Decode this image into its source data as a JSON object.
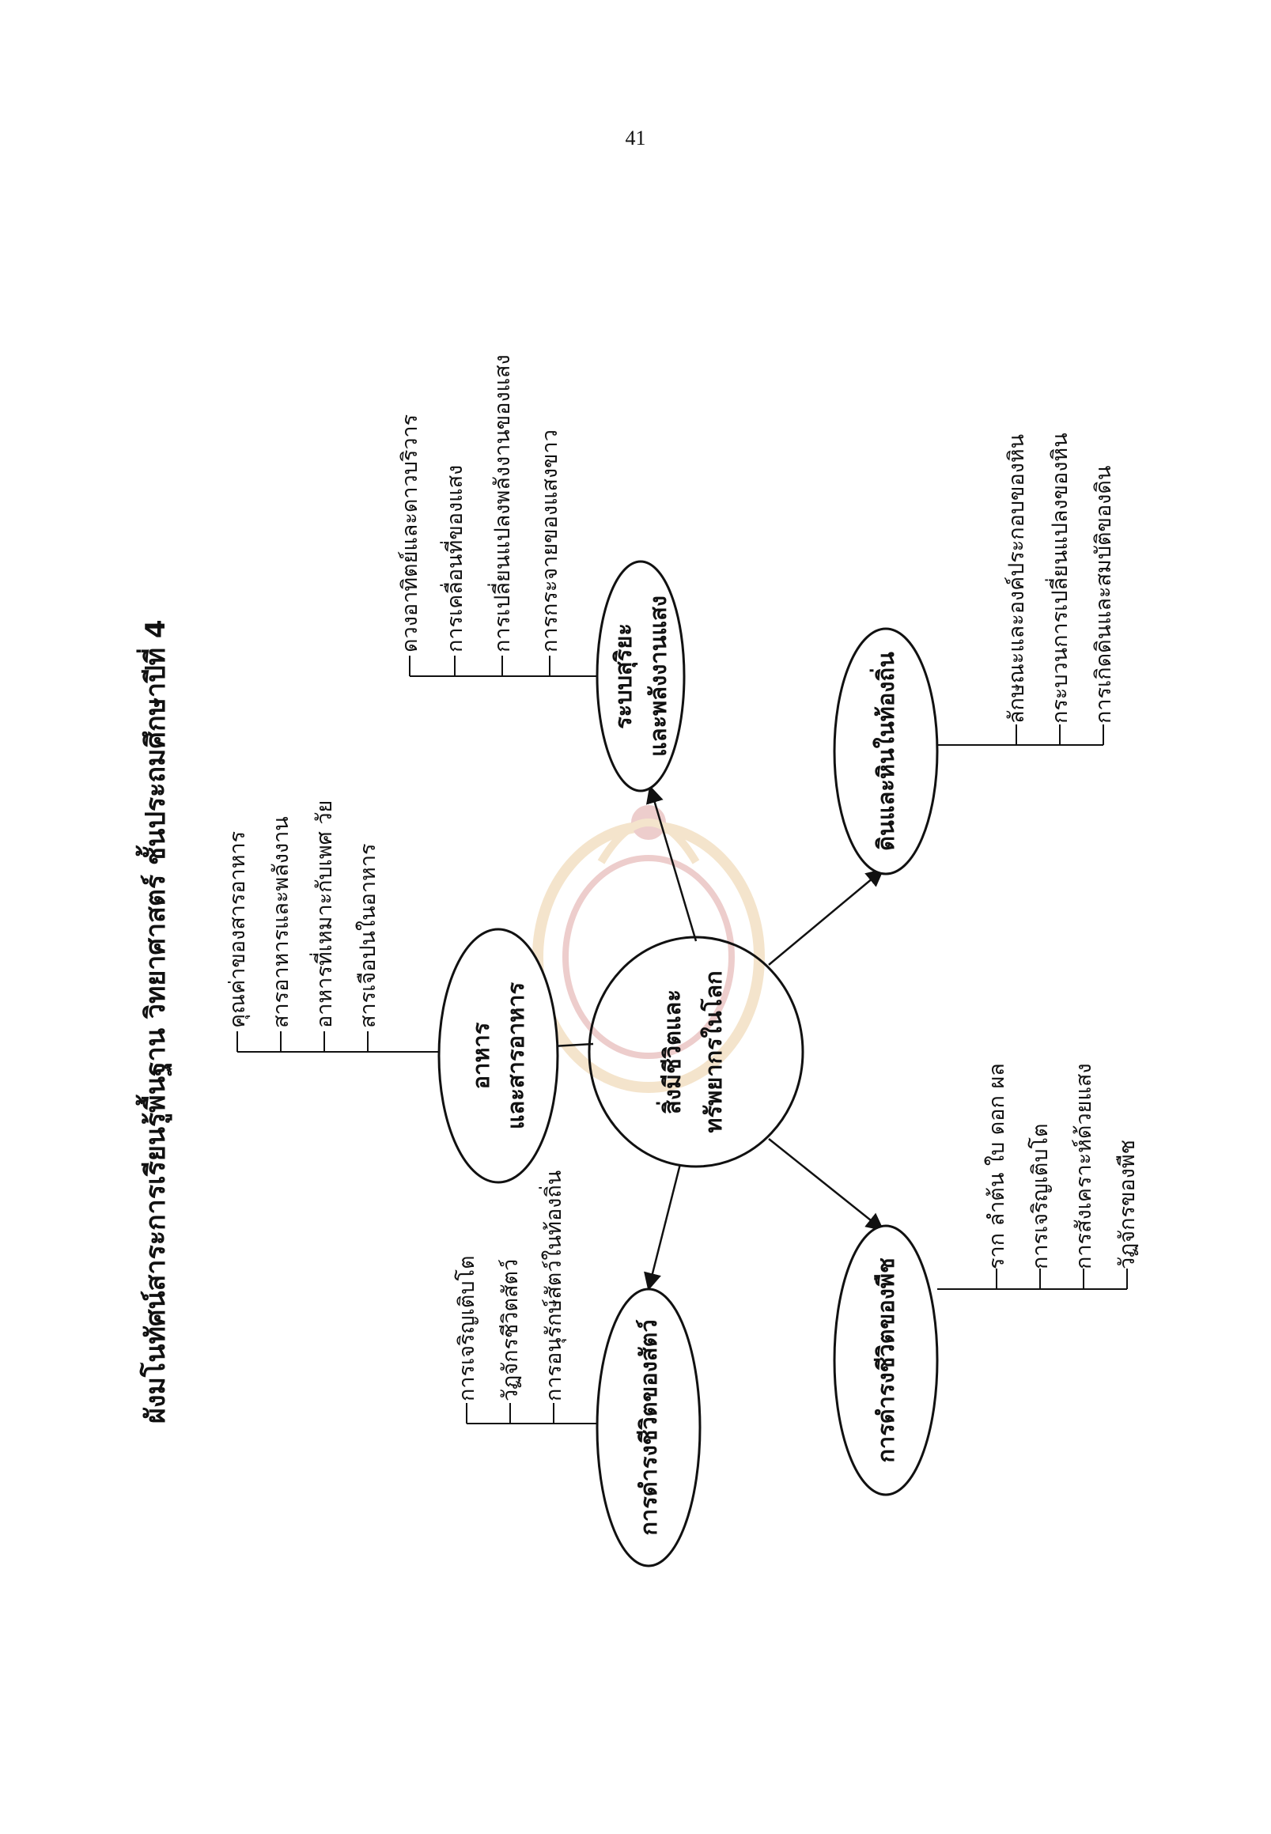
{
  "page_number": "41",
  "title": "ผังมโนทัศน์สาระการเรียนรู้พื้นฐาน วิทยาศาสตร์ ชั้นประถมศึกษาปีที่ 4",
  "central": [
    "สิ่งมีชีวิตและ",
    "ทรัพยากรในโลก"
  ],
  "topics": [
    {
      "key": "food",
      "label": [
        "อาหาร",
        "และสารอาหาร"
      ],
      "items": [
        "คุณค่าของสารอาหาร",
        "สารอาหารและพลังงาน",
        "อาหารที่เหมาะกับเพศ วัย",
        "สารเจือปนในอาหาร"
      ]
    },
    {
      "key": "solar",
      "label": [
        "ระบบสุริยะ",
        "และพลังงานแสง"
      ],
      "items": [
        "ดวงอาทิตย์และดาวบริวาร",
        "การเคลื่อนที่ของแสง",
        "การเปลี่ยนแปลงพลังงานของแสง",
        "การกระจายของแสงขาว"
      ]
    },
    {
      "key": "soil",
      "label": [
        "ดินและหินในท้องถิ่น"
      ],
      "items": [
        "ลักษณะและองค์ประกอบของหิน",
        "กระบวนการเปลี่ยนแปลงของหิน",
        "การเกิดดินและสมบัติของดิน"
      ]
    },
    {
      "key": "plants",
      "label": [
        "การดำรงชีวิตของพืช"
      ],
      "items": [
        "ราก ลำต้น ใบ ดอก ผล",
        "การเจริญเติบโต",
        "การสังเคราะห์ด้วยแสง",
        "วัฏจักรของพืช"
      ]
    },
    {
      "key": "animals",
      "label": [
        "การดำรงชีวิตของสัตว์"
      ],
      "items": [
        "การเจริญเติบโต",
        "วัฏจักรชีวิตสัตว์",
        "การอนุรักษ์สัตว์ในท้องถิ่น"
      ]
    }
  ]
}
